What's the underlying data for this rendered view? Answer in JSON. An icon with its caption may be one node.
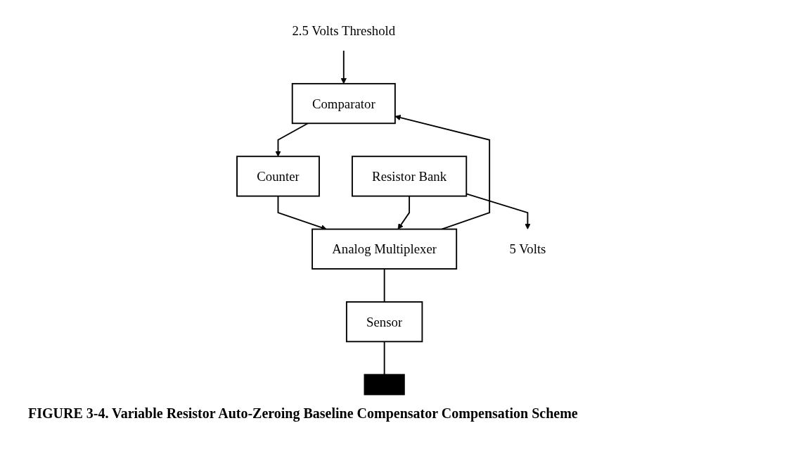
{
  "diagram": {
    "caption": "FIGURE 3-4. Variable Resistor Auto-Zeroing Baseline Compensator Compensation Scheme",
    "nodes": [
      {
        "text": [
          "Counter"
        ]
      },
      {
        "text": [
          "Analog Multiplexer"
        ]
      },
      {
        "text": [
          "Resistor Bank"
        ]
      },
      {
        "text": [
          "Comparator"
        ]
      },
      {
        "text": [
          "Sensor"
        ]
      },
      {
        "text": [
          "2.5 Volts Threshold"
        ]
      },
      {
        "text": [
          "5 Volts"
        ]
      },
      {
        "text": [],
        "shape": "ground"
      }
    ],
    "edges": [
      {
        "from": 0,
        "to": 1,
        "arrow": "to"
      },
      {
        "from": 2,
        "to": 1,
        "arrow": "to"
      },
      {
        "from": 2,
        "to": 6,
        "arrow": "to"
      },
      {
        "from": 1,
        "to": 3,
        "arrow": "to"
      },
      {
        "from": 1,
        "to": 4,
        "arrow": "none"
      },
      {
        "from": 3,
        "to": 0,
        "arrow": "to"
      },
      {
        "from": 5,
        "to": 3,
        "arrow": "to"
      },
      {
        "from": 4,
        "to": 7,
        "arrow": "none"
      }
    ]
  }
}
